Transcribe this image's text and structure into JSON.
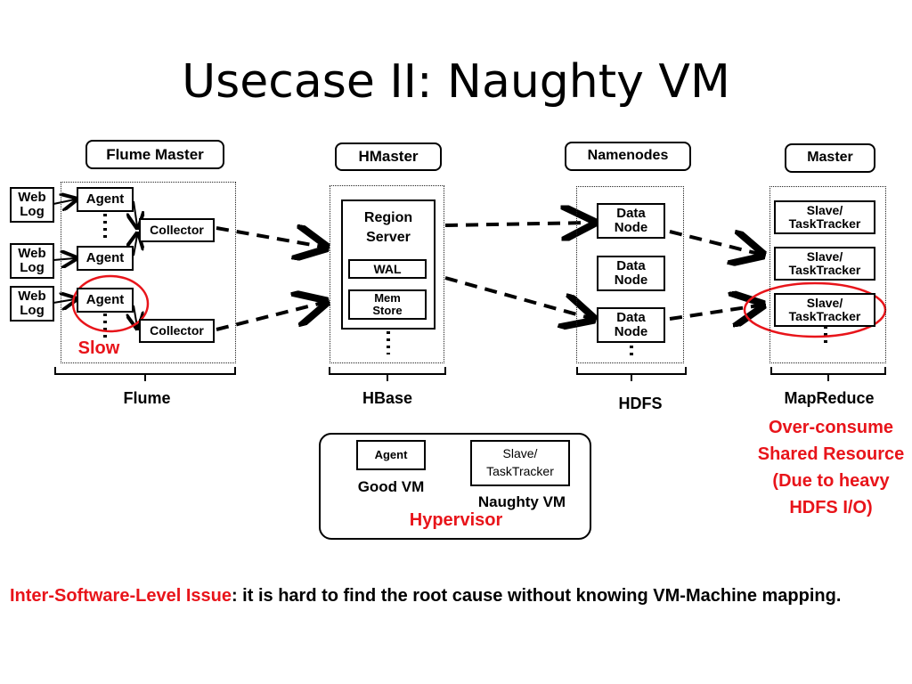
{
  "title": "Usecase II: Naughty VM",
  "flume": {
    "master": "Flume Master",
    "weblog": "Web Log",
    "agent": "Agent",
    "collector": "Collector",
    "slow": "Slow",
    "label": "Flume"
  },
  "hbase": {
    "master": "HMaster",
    "region_server": "Region Server",
    "wal": "WAL",
    "mem_store": "Mem Store",
    "label": "HBase"
  },
  "hdfs": {
    "master": "Namenodes",
    "data_node": "Data Node",
    "label": "HDFS"
  },
  "mapreduce": {
    "master": "Master",
    "slave": "Slave/ TaskTracker",
    "label": "MapReduce",
    "note": "Over-consume Shared Resource (Due to heavy HDFS I/O)"
  },
  "legend": {
    "agent": "Agent",
    "good_vm": "Good VM",
    "slave": "Slave/ TaskTracker",
    "naughty_vm": "Naughty VM",
    "hypervisor": "Hypervisor"
  },
  "footer": {
    "issue": "Inter-Software-Level Issue",
    "text": ": it is hard to find the root cause without knowing VM-Machine mapping."
  },
  "colors": {
    "accent": "#e8141a"
  }
}
